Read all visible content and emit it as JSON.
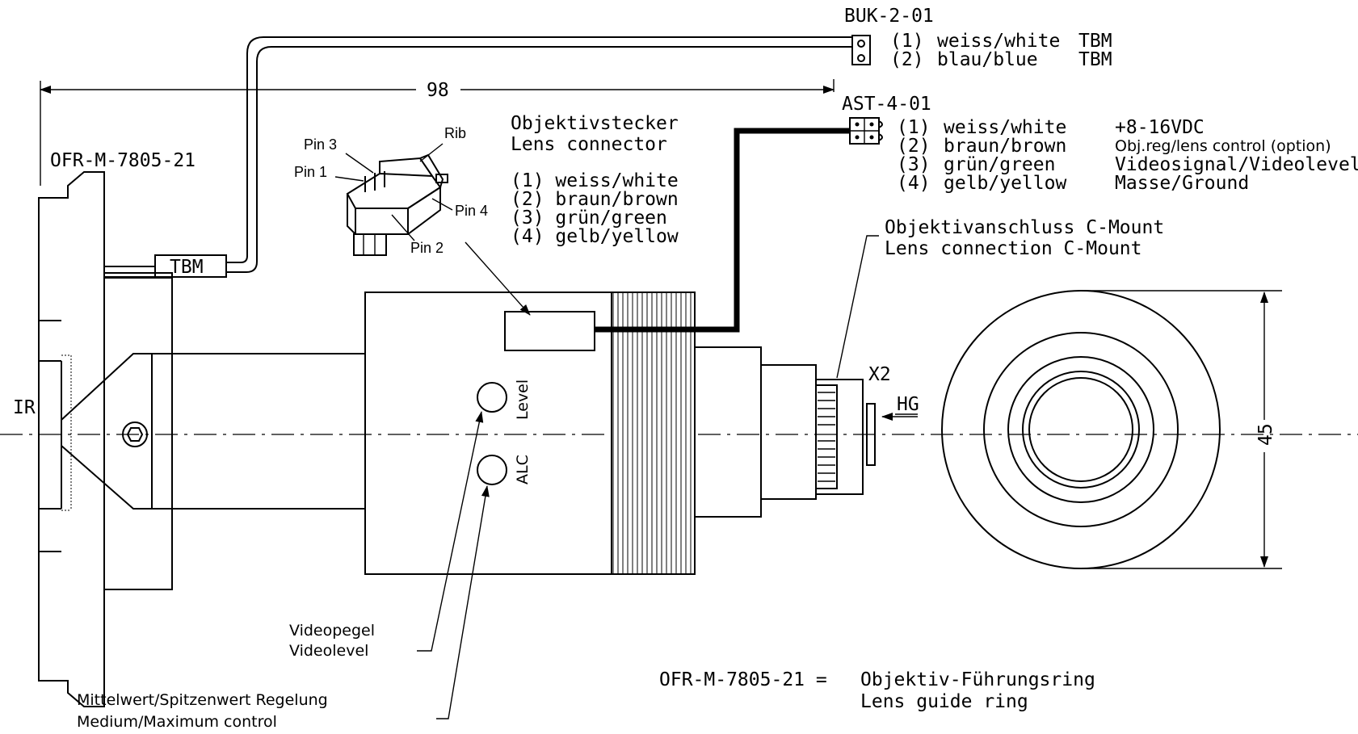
{
  "connectors": {
    "buk": {
      "name": "BUK-2-01",
      "pins": [
        {
          "num": "(1)",
          "color": "weiss/white",
          "signal": "TBM"
        },
        {
          "num": "(2)",
          "color": "blau/blue",
          "signal": "TBM"
        }
      ]
    },
    "ast": {
      "name": "AST-4-01",
      "pins": [
        {
          "num": "(1)",
          "color": "weiss/white",
          "signal": "+8-16VDC"
        },
        {
          "num": "(2)",
          "color": "braun/brown",
          "signal": "Obj.reg/lens control (option)"
        },
        {
          "num": "(3)",
          "color": "grün/green",
          "signal": "Videosignal/Videolevel"
        },
        {
          "num": "(4)",
          "color": "gelb/yellow",
          "signal": "Masse/Ground"
        }
      ]
    }
  },
  "lens_connector": {
    "title_de": "Objektivstecker",
    "title_en": "Lens connector",
    "pins": [
      "(1) weiss/white",
      "(2) braun/brown",
      "(3) grün/green",
      "(4) gelb/yellow"
    ],
    "pin_labels": {
      "pin3": "Pin 3",
      "pin1": "Pin 1",
      "pin4": "Pin 4",
      "pin2": "Pin 2",
      "rib": "Rib"
    }
  },
  "dimensions": {
    "length": "98",
    "diameter": "45"
  },
  "labels": {
    "part_number": "OFR-M-7805-21",
    "tbm": "TBM",
    "ir": "IR",
    "level": "Level",
    "alc": "ALC",
    "x2": "X2",
    "hg": "HG",
    "c_mount_de": "Objektivanschluss C-Mount",
    "c_mount_en": "Lens connection C-Mount",
    "videopegel_de": "Videopegel",
    "videopegel_en": "Videolevel",
    "control_de": "Mittelwert/Spitzenwert Regelung",
    "control_en": "Medium/Maximum control",
    "legend_key": "OFR-M-7805-21 =",
    "legend_de": "Objektiv-Führungsring",
    "legend_en": "Lens guide ring"
  }
}
